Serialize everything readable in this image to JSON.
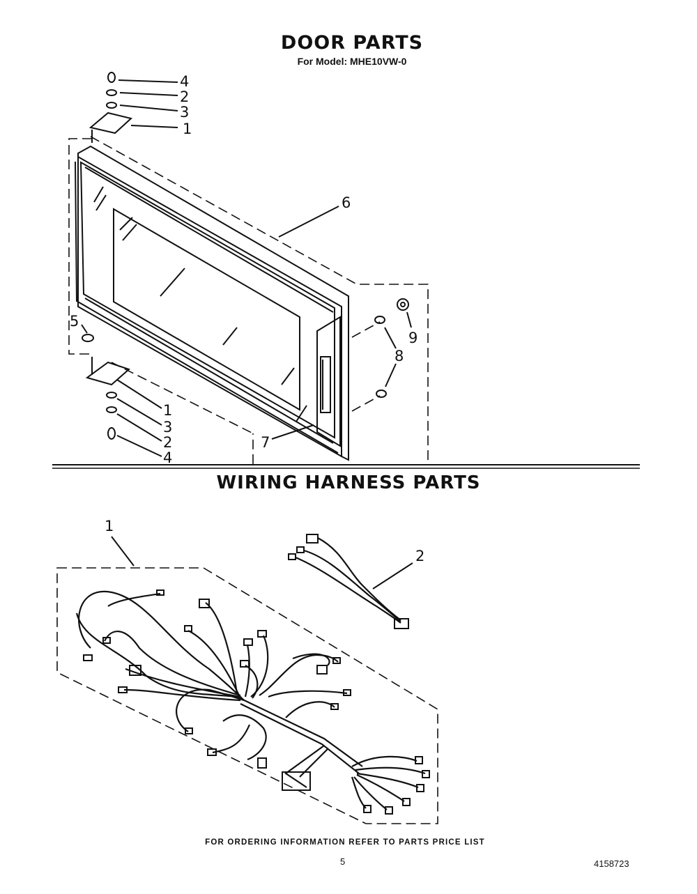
{
  "door": {
    "title": "DOOR PARTS",
    "model_line": "For Model: MHE10VW-0",
    "callouts": {
      "top_4": "4",
      "top_2": "2",
      "top_3": "3",
      "top_1": "1",
      "door_6": "6",
      "hinge_5": "5",
      "nut_9": "9",
      "screw_8": "8",
      "seal_7": "7",
      "bottom_1": "1",
      "bottom_3": "3",
      "bottom_2": "2",
      "bottom_4": "4"
    }
  },
  "wiring": {
    "title": "WIRING HARNESS PARTS",
    "callouts": {
      "main_harness_1": "1",
      "small_harness_2": "2"
    }
  },
  "footer": {
    "ordering_note": "FOR ORDERING INFORMATION REFER TO PARTS PRICE LIST",
    "page_number": "5",
    "document_number": "4158723"
  }
}
